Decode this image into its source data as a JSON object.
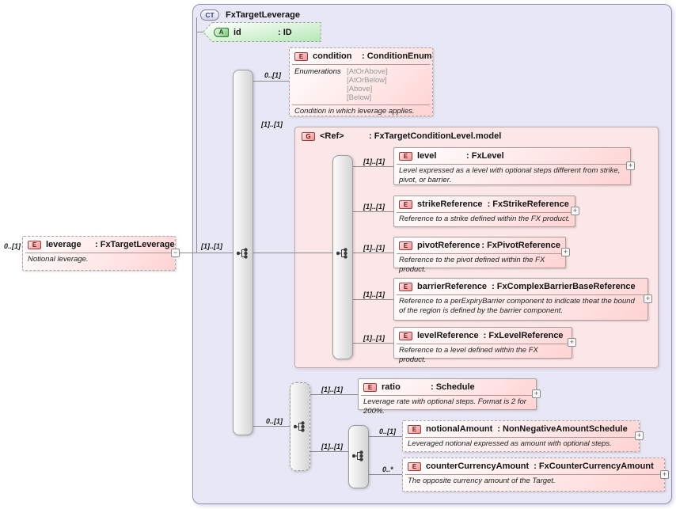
{
  "complex_type": {
    "badge": "CT",
    "title": "FxTargetLeverage"
  },
  "attribute": {
    "badge": "A",
    "name": "id",
    "type": ": ID"
  },
  "root": {
    "badge": "E",
    "cardinality": "0..[1]",
    "name": "leverage",
    "type": ": FxTargetLeverage",
    "annotation": "Notional leverage.",
    "collapse": "−"
  },
  "links": {
    "root_to_type": "[1]..[1]",
    "seq_to_condition": "0..[1]",
    "seq_to_group": "[1]..[1]",
    "seq_to_bottom_seq": "0..[1]",
    "bottom_to_ratio": "[1]..[1]",
    "bottom_to_seq2": "[1]..[1]",
    "seq2_to_notional": "0..[1]",
    "seq2_to_counter": "0..*"
  },
  "condition": {
    "badge": "E",
    "name": "condition",
    "type": ": ConditionEnum",
    "enum_label": "Enumerations",
    "enums": [
      "[AtOrAbove]",
      "[AtOrBelow]",
      "[Above]",
      "[Below]"
    ],
    "annotation": "Condition in which leverage applies."
  },
  "group": {
    "badge": "G",
    "name": "<Ref>",
    "type": ": FxTargetConditionLevel.model",
    "items": [
      {
        "badge": "E",
        "cardinality": "[1]..[1]",
        "name": "level",
        "type": ": FxLevel",
        "annotation": "Level expressed as a level with optional steps different from strike, pivot, or barrier.",
        "expand": "+"
      },
      {
        "badge": "E",
        "cardinality": "[1]..[1]",
        "name": "strikeReference",
        "type": ": FxStrikeReference",
        "annotation": "Reference to a strike defined within the FX product.",
        "expand": "+"
      },
      {
        "badge": "E",
        "cardinality": "[1]..[1]",
        "name": "pivotReference",
        "type": ": FxPivotReference",
        "annotation": "Reference to the pivot defined within the FX product.",
        "expand": "+"
      },
      {
        "badge": "E",
        "cardinality": "[1]..[1]",
        "name": "barrierReference",
        "type": ": FxComplexBarrierBaseReference",
        "annotation": "Reference to a perExpiryBarrier component to indicate theat the bound of the region is defined by the barrier component.",
        "expand": "+"
      },
      {
        "badge": "E",
        "cardinality": "[1]..[1]",
        "name": "levelReference",
        "type": ": FxLevelReference",
        "annotation": "Reference to a level defined within the FX product.",
        "expand": "+"
      }
    ]
  },
  "ratio": {
    "badge": "E",
    "name": "ratio",
    "type": ": Schedule",
    "annotation": "Leverage rate with optional steps. Format is 2 for 200%.",
    "expand": "+"
  },
  "notional_amount": {
    "badge": "E",
    "name": "notionalAmount",
    "type": ": NonNegativeAmountSchedule",
    "annotation": "Leveraged notional expressed as amount with optional steps.",
    "expand": "+"
  },
  "counter_currency_amount": {
    "badge": "E",
    "name": "counterCurrencyAmount",
    "type": ": FxCounterCurrencyAmount",
    "annotation": "The opposite currency amount of the Target.",
    "expand": "+"
  },
  "colors": {
    "container_fill": "#e7e7f6",
    "element_fill": "#ffd2d2",
    "attribute_fill": "#b5e8b5",
    "line": "#8a8a8a"
  }
}
